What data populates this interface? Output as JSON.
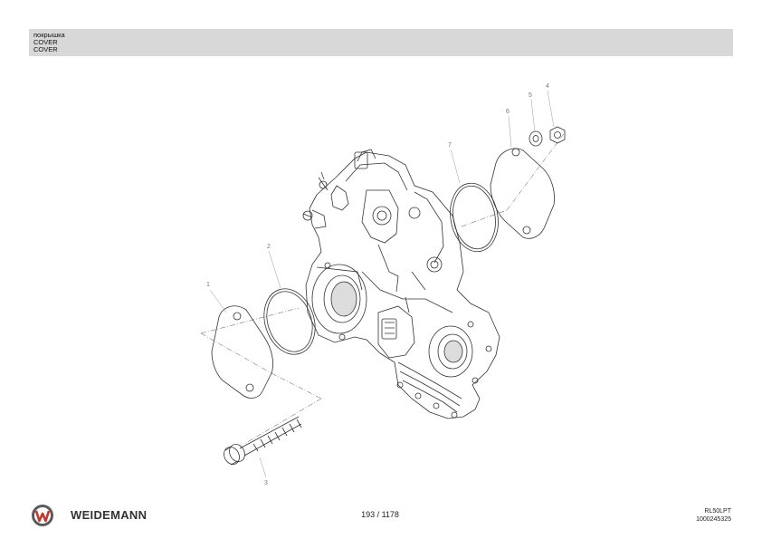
{
  "header": {
    "title_ru": "покрышка",
    "title_en_1": "COVER",
    "title_en_2": "COVER"
  },
  "drawing": {
    "callouts": [
      "1",
      "2",
      "3",
      "4",
      "5",
      "6",
      "7"
    ]
  },
  "footer": {
    "brand": "WEIDEMANN",
    "page": "193 / 1178",
    "model": "RL50LPT",
    "part_number": "1000245325",
    "brand_color": "#c0392b"
  }
}
